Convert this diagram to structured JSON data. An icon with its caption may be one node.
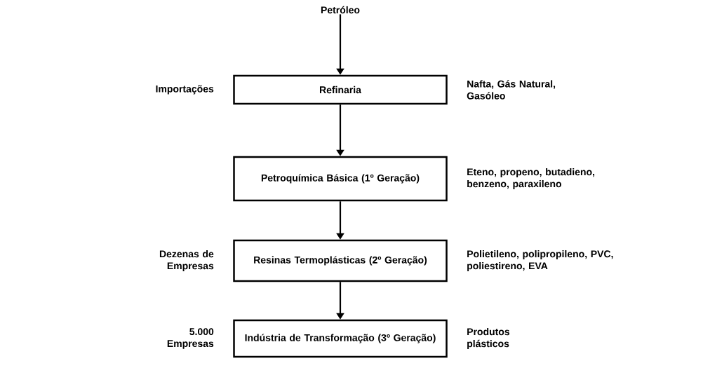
{
  "diagram": {
    "nodes": [
      {
        "text": [
          "Petróleo"
        ]
      },
      {
        "text": [
          "Refinaria"
        ],
        "beside": [
          "Importações",
          "Nafta, Gás Natural, Gasóleo"
        ]
      },
      {
        "text": [
          "Petroquímica Básica (1º Geração)"
        ],
        "beside": [
          "Eteno, propeno, butadieno, benzeno, paraxileno"
        ]
      },
      {
        "text": [
          "Resinas Termoplásticas (2º Geração)"
        ],
        "beside": [
          "Dezenas de Empresas",
          "Polietileno, polipropileno, PVC, poliestireno, EVA"
        ]
      },
      {
        "text": [
          "Indústria de Transformação (3º Geração)"
        ],
        "beside": [
          "5.000 Empresas",
          "Produtos plásticos"
        ]
      }
    ],
    "edges": [
      {
        "from": 0,
        "to": 1,
        "arrow": "to"
      },
      {
        "from": 1,
        "to": 2,
        "arrow": "to"
      },
      {
        "from": 2,
        "to": 3,
        "arrow": "to"
      },
      {
        "from": 3,
        "to": 4,
        "arrow": "to"
      }
    ]
  }
}
